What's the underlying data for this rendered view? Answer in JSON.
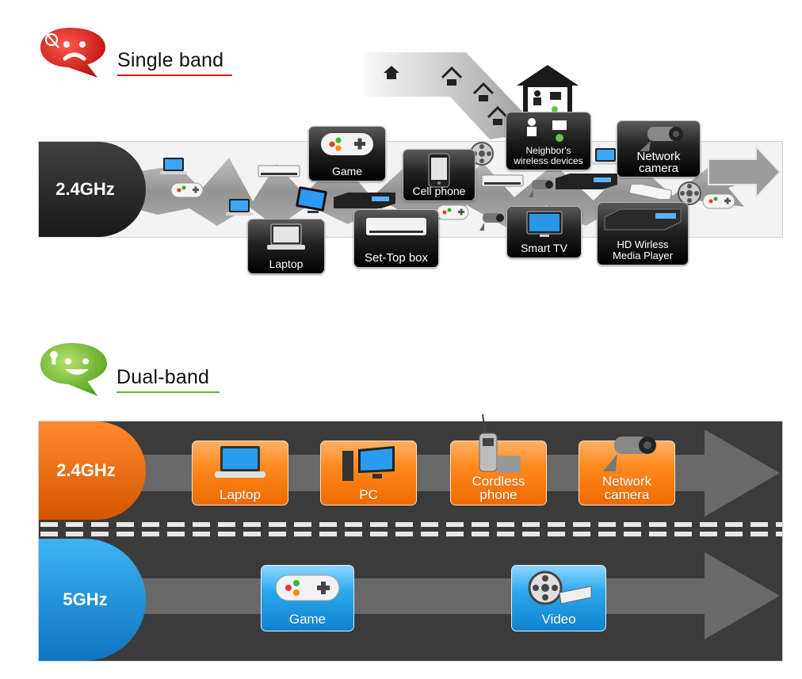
{
  "single_band": {
    "heading": "Single band",
    "frequency": "2.4GHz",
    "devices": {
      "game": "Game",
      "cell_phone": "Cell phone",
      "neighbor": "Neighbor's wireless devices",
      "network_camera": "Network camera",
      "laptop": "Laptop",
      "set_top_box": "Set-Top box",
      "smart_tv": "Smart TV",
      "hd_player": "HD Wirless Media Player"
    }
  },
  "dual_band": {
    "heading": "Dual-band",
    "lanes": [
      {
        "frequency": "2.4GHz",
        "devices": [
          "Laptop",
          "PC",
          "Cordless phone",
          "Network camera"
        ]
      },
      {
        "frequency": "5GHz",
        "devices": [
          "Game",
          "Video"
        ]
      }
    ]
  },
  "colors": {
    "single_band_accent": "#d9141b",
    "dual_band_accent": "#6ab42d",
    "lane_24_orange": "#f26f1b",
    "lane_5_blue": "#1c8fd8",
    "road": "#3a3a3a"
  }
}
